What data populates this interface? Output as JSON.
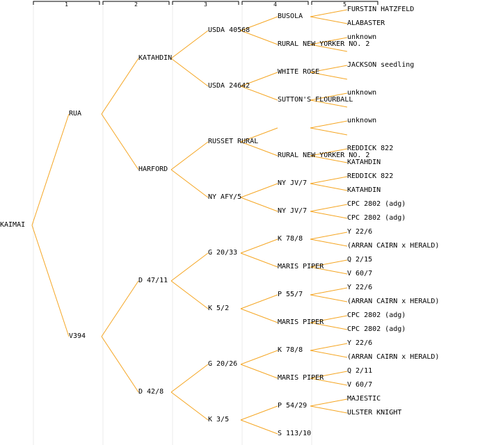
{
  "colors": {
    "branch": "#f5a623",
    "link_text": "#0000cc",
    "text": "#000000",
    "divider": "#ebebeb"
  },
  "generations": [
    "1",
    "2",
    "3",
    "4",
    "5"
  ],
  "root": "KAIMAI",
  "gen1": [
    "RUA",
    "V394"
  ],
  "gen2": [
    "KATAHDIN",
    "HARFORD",
    "D 47/11",
    "D 42/8"
  ],
  "gen3": [
    "USDA 40568",
    "USDA 24642",
    "RUSSET RURAL",
    "NY AFY/5",
    "G 20/33",
    "K 5/2",
    "G 20/26",
    "K 3/5"
  ],
  "gen4": [
    "BUSOLA",
    "RURAL NEW YORKER NO. 2",
    "WHITE ROSE",
    "SUTTON'S FLOURBALL",
    "",
    "RURAL NEW YORKER NO. 2",
    "NY JV/7",
    "NY JV/7",
    "K 78/8",
    "MARIS PIPER",
    "P 55/7",
    "MARIS PIPER",
    "K 78/8",
    "MARIS PIPER",
    "P 54/29",
    "S 113/10"
  ],
  "gen5": [
    "FURSTIN HATZFELD",
    "ALABASTER",
    "unknown",
    "",
    "JACKSON seedling",
    "",
    "unknown",
    "",
    "unknown",
    "",
    "REDDICK 822",
    "KATAHDIN",
    "REDDICK 822",
    "KATAHDIN",
    "CPC 2802 (adg)",
    "CPC 2802 (adg)",
    "Y 22/6",
    "(ARRAN CAIRN x HERALD)",
    "Q 2/15",
    "V 60/7",
    "Y 22/6",
    "(ARRAN CAIRN x HERALD)",
    "CPC 2802 (adg)",
    "CPC 2802 (adg)",
    "Y 22/6",
    "(ARRAN CAIRN x HERALD)",
    "Q 2/11",
    "V 60/7",
    "MAJESTIC",
    "ULSTER KNIGHT"
  ],
  "highlighted": [
    "WHITE ROSE"
  ]
}
